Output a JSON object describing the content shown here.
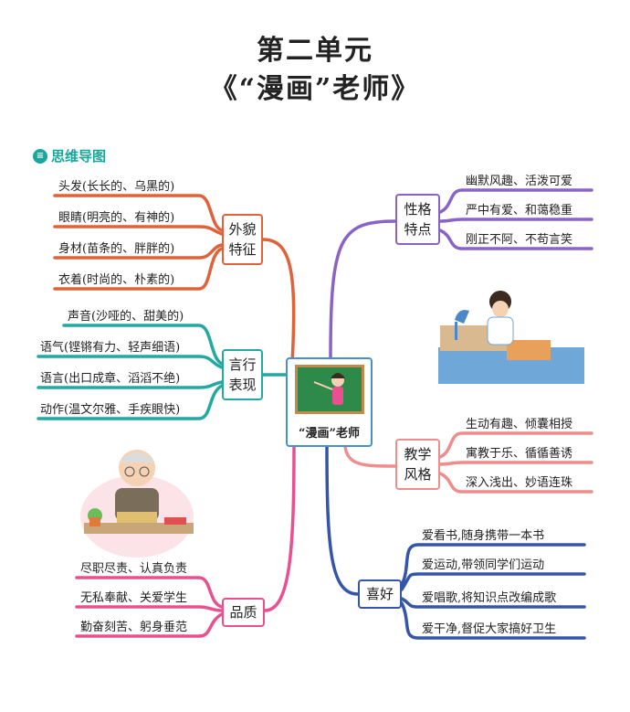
{
  "title": {
    "line1": "第二单元",
    "line2": "《“漫画”老师》"
  },
  "badge": {
    "icon": "mindmap-icon",
    "label": "思维导图"
  },
  "center": {
    "label": "“漫画”老师"
  },
  "colors": {
    "appearance": "#e0623a",
    "behavior": "#23a9a1",
    "quality": "#e8508f",
    "personality": "#8a63c6",
    "teaching": "#ef8c8c",
    "hobby": "#3555a8"
  },
  "branches": {
    "appearance": {
      "label_line1": "外貌",
      "label_line2": "特征",
      "items": [
        "头发(长长的、乌黑的)",
        "眼睛(明亮的、有神的)",
        "身材(苗条的、胖胖的)",
        "衣着(时尚的、朴素的)"
      ]
    },
    "behavior": {
      "label_line1": "言行",
      "label_line2": "表现",
      "items": [
        "声音(沙哑的、甜美的)",
        "语气(铿锵有力、轻声细语)",
        "语言(出口成章、滔滔不绝)",
        "动作(温文尔雅、手疾眼快)"
      ]
    },
    "quality": {
      "label": "品质",
      "items": [
        "尽职尽责、认真负责",
        "无私奉献、关爱学生",
        "勤奋刻苦、躬身垂范"
      ]
    },
    "personality": {
      "label_line1": "性格",
      "label_line2": "特点",
      "items": [
        "幽默风趣、活泼可爱",
        "严中有爱、和蔼稳重",
        "刚正不阿、不苟言笑"
      ]
    },
    "teaching": {
      "label_line1": "教学",
      "label_line2": "风格",
      "items": [
        "生动有趣、倾囊相授",
        "寓教于乐、循循善诱",
        "深入浅出、妙语连珠"
      ]
    },
    "hobby": {
      "label": "喜好",
      "items": [
        "爱看书,随身携带一本书",
        "爱运动,带领同学们运动",
        "爱唱歌,将知识点改编成歌",
        "爱干净,督促大家搞好卫生"
      ]
    }
  }
}
